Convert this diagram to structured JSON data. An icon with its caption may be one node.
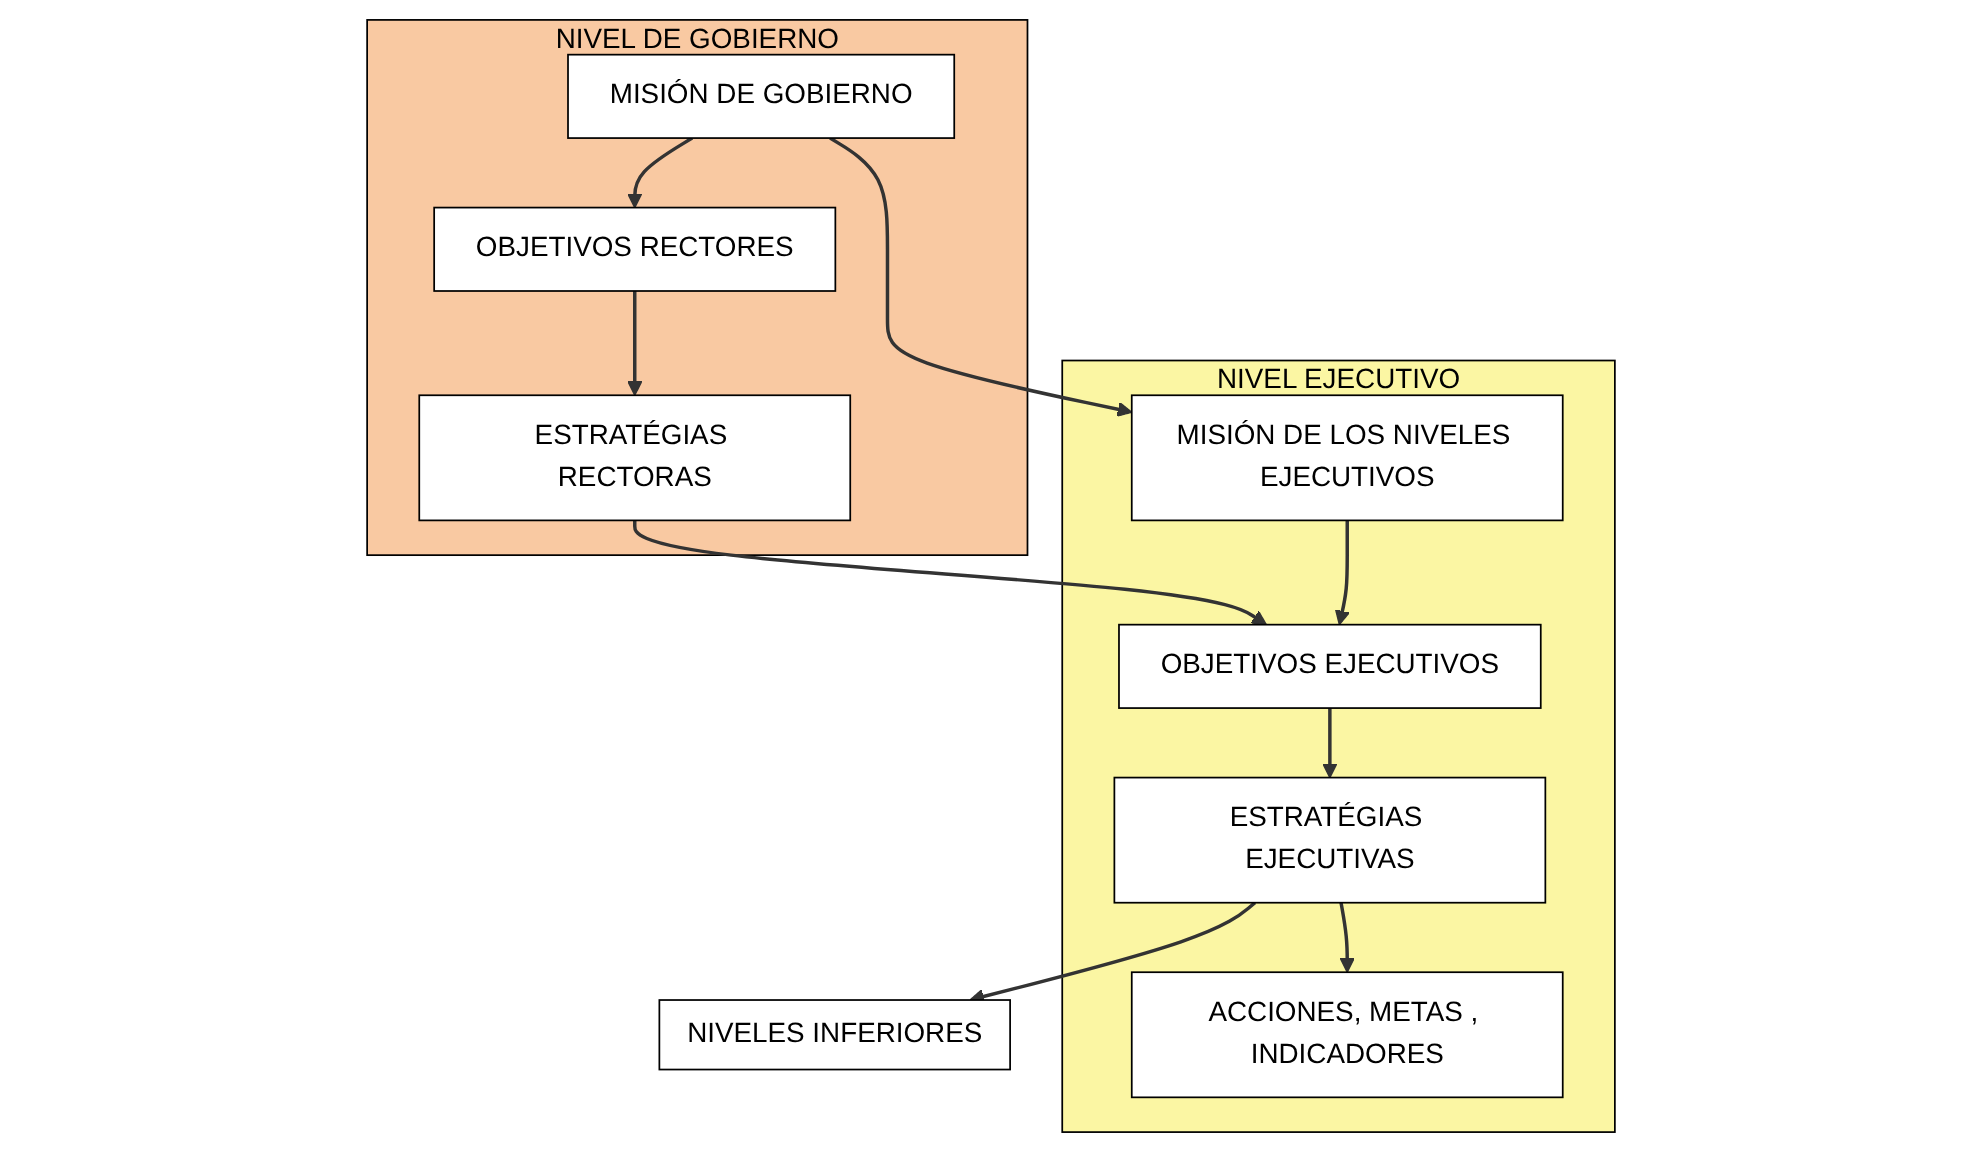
{
  "diagram": {
    "nodes": [
      {
        "text": [
          "NIVEL DE GOBIERNO"
        ]
      },
      {
        "text": [
          "MISIÓN DE GOBIERNO"
        ],
        "in": 0
      },
      {
        "text": [
          "OBJETIVOS RECTORES"
        ],
        "in": 0
      },
      {
        "text": [
          "ESTRATÉGIAS RECTORAS"
        ],
        "in": 0
      },
      {
        "text": [
          "NIVEL EJECUTIVO"
        ]
      },
      {
        "text": [
          "MISIÓN DE LOS NIVELES EJECUTIVOS"
        ],
        "in": 4
      },
      {
        "text": [
          "OBJETIVOS EJECUTIVOS"
        ],
        "in": 4
      },
      {
        "text": [
          "ESTRATÉGIAS EJECUTIVAS"
        ],
        "in": 4
      },
      {
        "text": [
          "ACCIONES, METAS , INDICADORES"
        ],
        "in": 4
      },
      {
        "text": [
          "NIVELES INFERIORES"
        ]
      }
    ],
    "edges": [
      {
        "from": 1,
        "to": 2,
        "arrow": "to"
      },
      {
        "from": 1,
        "to": 5,
        "arrow": "to"
      },
      {
        "from": 2,
        "to": 3,
        "arrow": "to"
      },
      {
        "from": 3,
        "to": 6,
        "arrow": "to"
      },
      {
        "from": 5,
        "to": 6,
        "arrow": "to"
      },
      {
        "from": 6,
        "to": 7,
        "arrow": "to"
      },
      {
        "from": 7,
        "to": 8,
        "arrow": "to"
      },
      {
        "from": 7,
        "to": 9,
        "arrow": "to"
      }
    ]
  }
}
